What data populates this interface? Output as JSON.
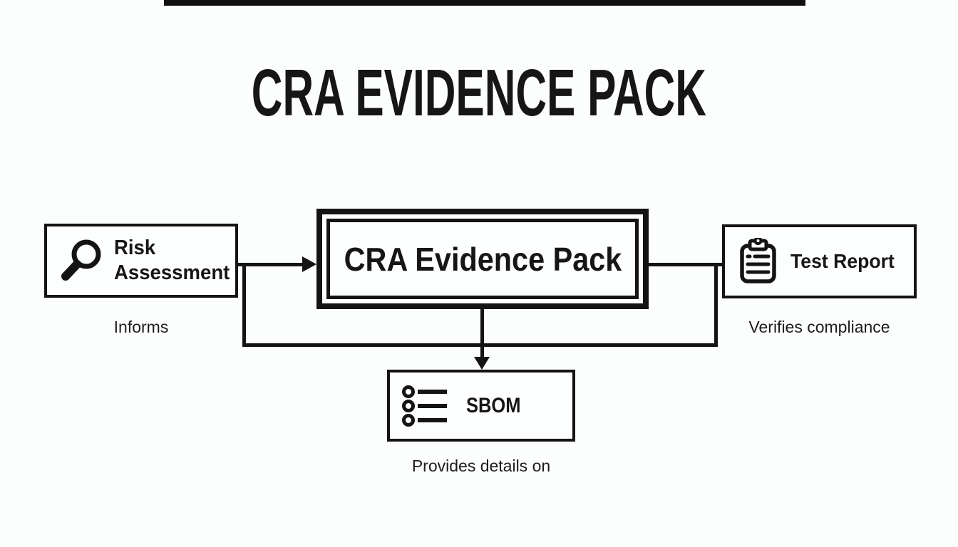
{
  "colors": {
    "ink": "#141414",
    "background": "#fcfdfd",
    "top_bar": "#101010"
  },
  "title": "CRA EVIDENCE PACK",
  "diagram": {
    "risk_node": {
      "label_line1": "Risk",
      "label_line2": "Assessment",
      "icon": "magnifying-glass",
      "caption": "Informs"
    },
    "evidence_node": {
      "label": "CRA Evidence Pack"
    },
    "test_node": {
      "label": "Test Report",
      "icon": "clipboard-checklist",
      "caption": "Verifies compliance"
    },
    "sbom_node": {
      "label": "SBOM",
      "icon": "bulleted-list",
      "caption": "Provides details on"
    },
    "edges": [
      {
        "from": "Risk Assessment",
        "to": "CRA Evidence Pack",
        "style": "arrow",
        "relation": "Informs"
      },
      {
        "from": "CRA Evidence Pack",
        "to": "SBOM",
        "style": "arrow",
        "relation": "Provides details on"
      },
      {
        "from": "CRA Evidence Pack",
        "to": "Test Report",
        "style": "line",
        "relation": "Verifies compliance"
      }
    ]
  }
}
